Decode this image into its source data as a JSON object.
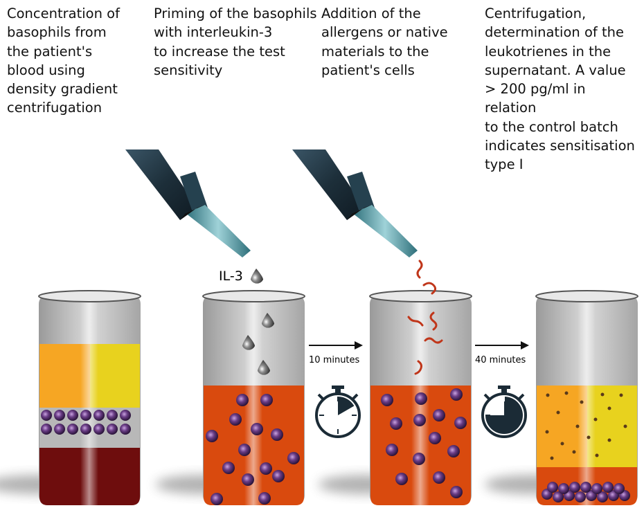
{
  "steps": [
    {
      "text": "Concentration of\nbasophils from\nthe patient's\nblood using\ndensity gradient\ncentrifugation"
    },
    {
      "text": "Priming of the basophils\nwith interleukin-3\nto increase the test\nsensitivity"
    },
    {
      "text": "Addition of the\nallergens or native\nmaterials to the\npatient's cells"
    },
    {
      "text": "Centrifugation,\ndetermination of the\nleukotrienes in the\nsupernatant. A value\n> 200 pg/ml in relation\nto the control batch\nindicates sensitisation\ntype I"
    }
  ],
  "drop_label": "IL-3",
  "arrows": [
    {
      "label": "10 minutes"
    },
    {
      "label": "40 minutes"
    }
  ],
  "colors": {
    "plasma_orange": "#f6a623",
    "plasma_yellow": "#e8d21e",
    "erythrocytes": "#6e0d0d",
    "medium": "#d94a0e",
    "cell": "#3a1f4f",
    "allergen": "#c0361a",
    "glass": "#c9c9c9"
  }
}
